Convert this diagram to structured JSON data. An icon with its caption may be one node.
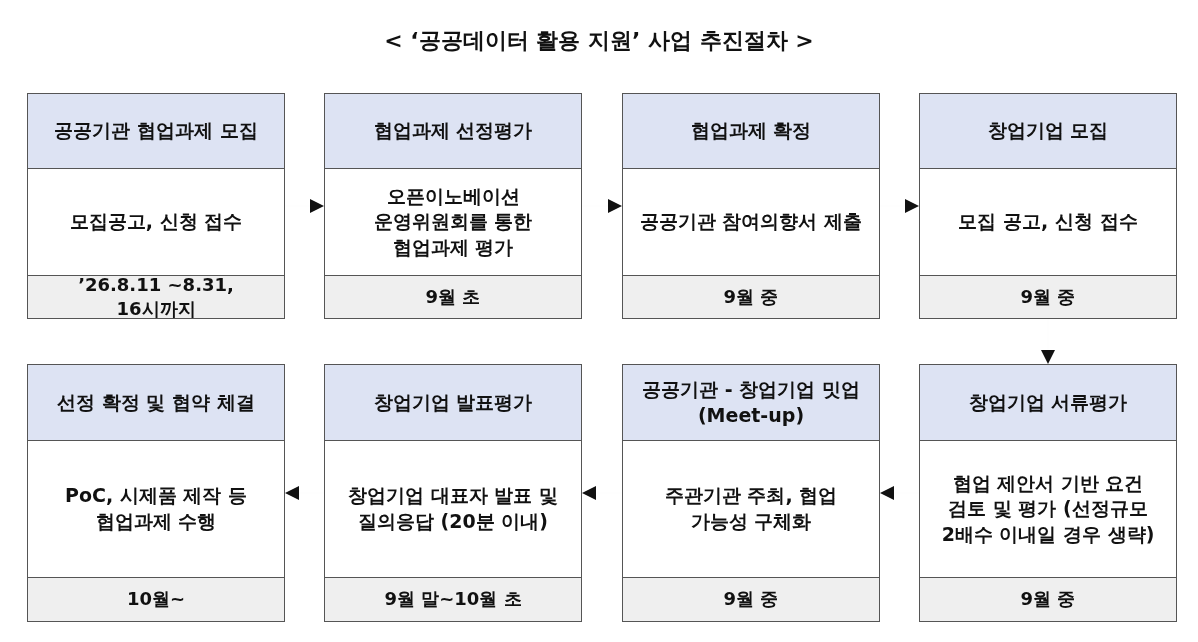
{
  "diagram": {
    "title": "< ‘공공데이터 활용 지원’ 사업 추진절차 >",
    "nodes": [
      {
        "text": [
          "공공기관 협업과제 모집",
          "모집공고, 신청 접수",
          "’26.8.11 ~8.31, 16시까지"
        ]
      },
      {
        "text": [
          "협업과제 선정평가",
          "오픈이노베이션 운영위원회를 통한 협업과제 평가",
          "9월 초"
        ]
      },
      {
        "text": [
          "협업과제 확정",
          "공공기관 참여의향서 제출",
          "9월 중"
        ]
      },
      {
        "text": [
          "창업기업 모집",
          "모집 공고, 신청 접수",
          "9월 중"
        ]
      },
      {
        "text": [
          "선정 확정 및 협약 체결",
          "PoC, 시제품 제작 등 협업과제 수행",
          "10월~"
        ]
      },
      {
        "text": [
          "창업기업 발표평가",
          "창업기업 대표자 발표 및 질의응답 (20분 이내)",
          "9월 말~10월 초"
        ]
      },
      {
        "text": [
          "공공기관 - 창업기업 밋업(Meet-up)",
          "주관기관 주최, 협업 가능성 구체화",
          "9월 중"
        ]
      },
      {
        "text": [
          "창업기업 서류평가",
          "협업 제안서 기반 요건 검토 및 평가 (선정규모 2배수 이내일 경우 생략)",
          "9월 중"
        ]
      }
    ],
    "edges": [
      {
        "from": 0,
        "to": 1,
        "arrow": "to"
      },
      {
        "from": 1,
        "to": 2,
        "arrow": "to"
      },
      {
        "from": 2,
        "to": 3,
        "arrow": "to"
      },
      {
        "from": 3,
        "to": 7,
        "arrow": "to"
      },
      {
        "from": 7,
        "to": 6,
        "arrow": "to"
      },
      {
        "from": 6,
        "to": 5,
        "arrow": "to"
      },
      {
        "from": 5,
        "to": 4,
        "arrow": "to"
      }
    ]
  }
}
